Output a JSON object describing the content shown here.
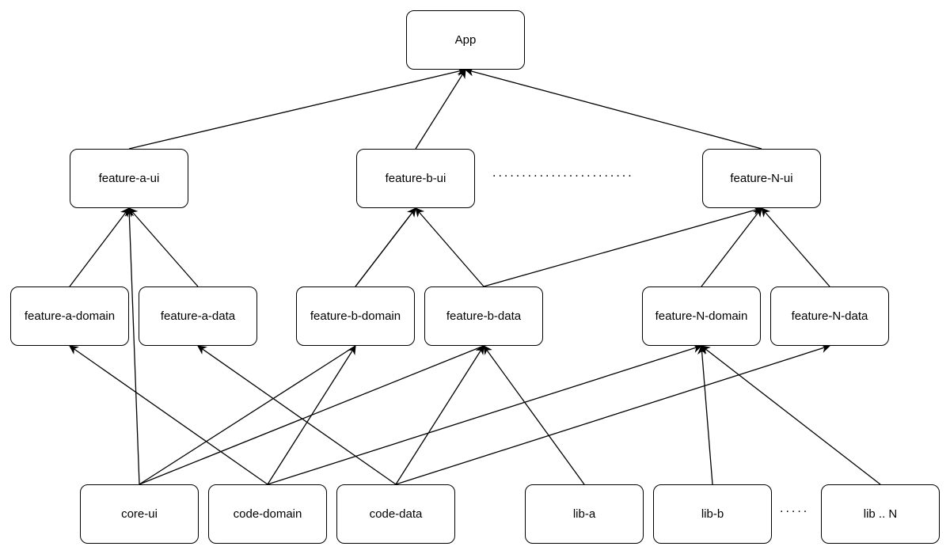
{
  "nodes": {
    "app": "App",
    "feature_a_ui": "feature-a-ui",
    "feature_b_ui": "feature-b-ui",
    "feature_n_ui": "feature-N-ui",
    "feature_a_domain": "feature-a-domain",
    "feature_a_data": "feature-a-data",
    "feature_b_domain": "feature-b-domain",
    "feature_b_data": "feature-b-data",
    "feature_n_domain": "feature-N-domain",
    "feature_n_data": "feature-N-data",
    "core_ui": "core-ui",
    "code_domain": "code-domain",
    "code_data": "code-data",
    "lib_a": "lib-a",
    "lib_b": "lib-b",
    "lib_n": "lib .. N"
  },
  "ellipses": {
    "features": "........................",
    "libs": "....."
  },
  "edges": [
    {
      "from": "feature_a_ui",
      "to": "app"
    },
    {
      "from": "feature_b_ui",
      "to": "app"
    },
    {
      "from": "feature_n_ui",
      "to": "app"
    },
    {
      "from": "feature_a_domain",
      "to": "feature_a_ui"
    },
    {
      "from": "feature_a_data",
      "to": "feature_a_ui"
    },
    {
      "from": "core_ui",
      "to": "feature_a_ui"
    },
    {
      "from": "feature_b_domain",
      "to": "feature_b_ui"
    },
    {
      "from": "feature_b_data",
      "to": "feature_b_ui"
    },
    {
      "from": "feature_n_domain",
      "to": "feature_n_ui"
    },
    {
      "from": "feature_n_data",
      "to": "feature_n_ui"
    },
    {
      "from": "feature_b_data",
      "to": "feature_n_ui"
    },
    {
      "from": "code_domain",
      "to": "feature_a_domain"
    },
    {
      "from": "code_data",
      "to": "feature_a_data"
    },
    {
      "from": "code_domain",
      "to": "feature_b_domain"
    },
    {
      "from": "code_data",
      "to": "feature_b_data"
    },
    {
      "from": "lib_a",
      "to": "feature_b_data"
    },
    {
      "from": "code_domain",
      "to": "feature_n_domain"
    },
    {
      "from": "code_data",
      "to": "feature_n_data"
    },
    {
      "from": "lib_b",
      "to": "feature_n_domain"
    },
    {
      "from": "lib_n",
      "to": "feature_n_domain"
    }
  ],
  "plain_lines": [
    {
      "from": "core_ui",
      "to": "feature_b_domain"
    },
    {
      "from": "core_ui",
      "to": "feature_b_data"
    },
    {
      "from": "feature_b_domain",
      "to": "feature_b_ui"
    }
  ]
}
